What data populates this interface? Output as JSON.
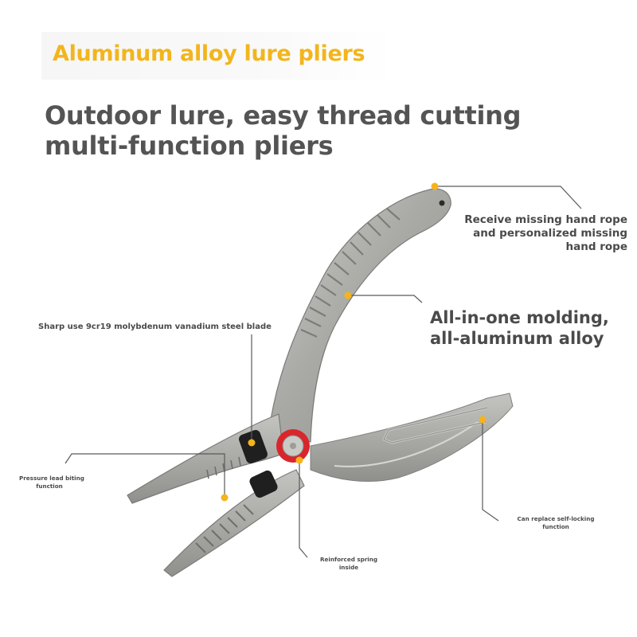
{
  "title": "Aluminum alloy lure pliers",
  "headline": {
    "line1": "Outdoor lure, easy thread cutting",
    "line2": "multi-function pliers"
  },
  "callouts": {
    "hand_rope": {
      "lines": [
        "Receive missing hand rope",
        "and personalized missing",
        "hand rope"
      ]
    },
    "molding": {
      "lines": [
        "All-in-one molding,",
        "all-aluminum alloy"
      ]
    },
    "blade": {
      "text": "Sharp use 9cr19 molybdenum vanadium steel blade"
    },
    "lead_biting": {
      "lines": [
        "Pressure lead biting",
        "function"
      ]
    },
    "spring": {
      "lines": [
        "Reinforced spring",
        "inside"
      ]
    },
    "self_locking": {
      "lines": [
        "Can replace self-locking",
        "function"
      ]
    }
  },
  "colors": {
    "title": "#f2b51c",
    "headline": "#545454",
    "marker_dot": "#f5b41a",
    "leader_line": "#5a5a5a",
    "aluminum": "#a9aaa6",
    "pivot_red": "#d8262c"
  },
  "icons": {
    "product": "aluminum-lure-pliers"
  }
}
